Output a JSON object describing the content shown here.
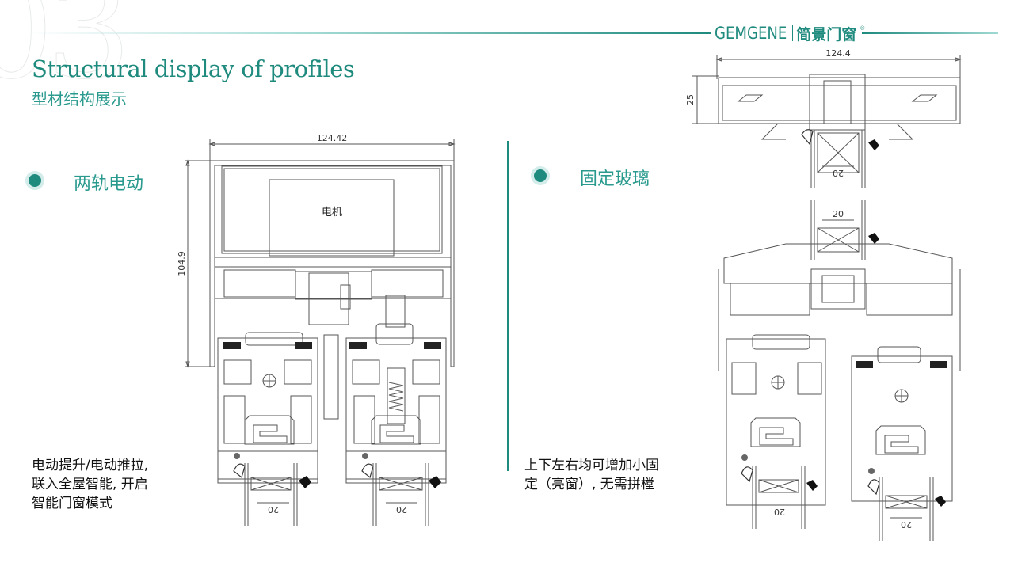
{
  "background_number": "03",
  "brand": {
    "name_en": "GEMGENE",
    "name_cn": "简景门窗",
    "mark": "®",
    "color": "#1f8a7e"
  },
  "title": {
    "en": "Structural display of profiles",
    "cn": "型材结构展示"
  },
  "sections": [
    {
      "heading": "两轨电动",
      "description_lines": [
        "电动提升/电动推拉,",
        "联入全屋智能, 开启",
        "智能门窗模式"
      ],
      "drawing": {
        "width_label": "124.42",
        "height_label": "104.9",
        "motor_label": "电机",
        "glass_labels": [
          "20",
          "20"
        ]
      }
    },
    {
      "heading": "固定玻璃",
      "description_lines": [
        "上下左右均可增加小固",
        "定（亮窗）, 无需拼樘"
      ],
      "drawing": {
        "width_label": "124.4",
        "height_label": "25",
        "glass_labels": [
          "20",
          "20",
          "20",
          "20"
        ]
      }
    }
  ],
  "colors": {
    "accent": "#1f8a7e",
    "accent_light": "#a6dcd6",
    "line": "#555555"
  }
}
